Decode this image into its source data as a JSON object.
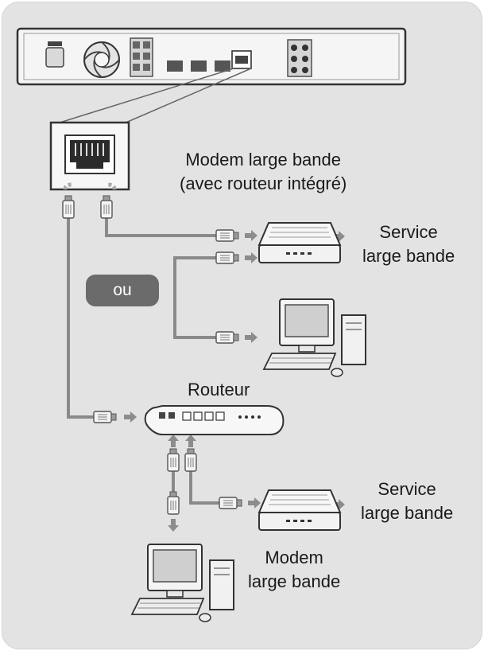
{
  "labels": {
    "modem_integrated": [
      "Modem large bande",
      "(avec routeur intégré)"
    ],
    "service_top": [
      "Service",
      "large bande"
    ],
    "or": "ou",
    "router": "Routeur",
    "service_bottom": [
      "Service",
      "large bande"
    ],
    "modem_bottom": [
      "Modem",
      "large bande"
    ]
  }
}
